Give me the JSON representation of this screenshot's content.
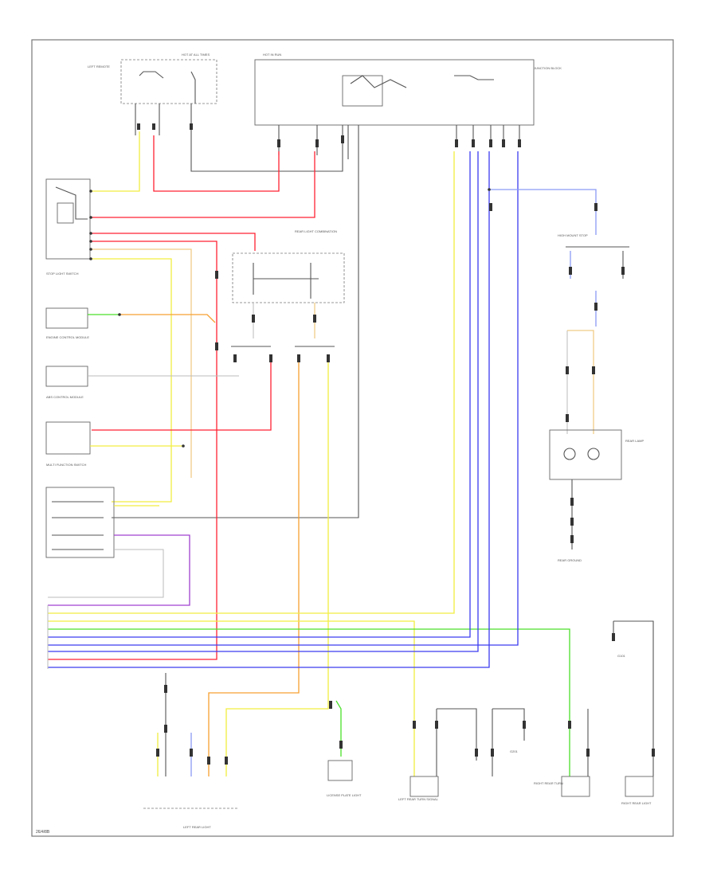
{
  "diagram": {
    "footer_code": "26/4/8B",
    "components": {
      "hot_fuse": "HOT AT ALL TIMES",
      "hot_run": "HOT IN RUN",
      "left_wiper_label": "LEFT REMOTE",
      "rear_combo": "REAR LIGHT COMBINATION",
      "stop_switch": "STOP LIGHT SWITCH",
      "ecm": "ENGINE CONTROL MODULE",
      "abs": "ABS CONTROL MODULE",
      "mfs": "MULTI FUNCTION SWITCH",
      "ground_a": "G101",
      "ground_b": "G201",
      "left_rear": "LEFT REAR LIGHT",
      "left_rear_turn": "LEFT REAR TURN SIGNAL",
      "lic": "LICENSE PLATE LIGHT",
      "right_rear": "RIGHT REAR TURN",
      "right_rear_lamp": "RIGHT REAR LIGHT",
      "junction": "JUNCTION BLOCK",
      "high_mount": "HIGH MOUNT STOP",
      "rear_lamp": "REAR LAMP",
      "rear_ground": "REAR GROUND"
    }
  }
}
